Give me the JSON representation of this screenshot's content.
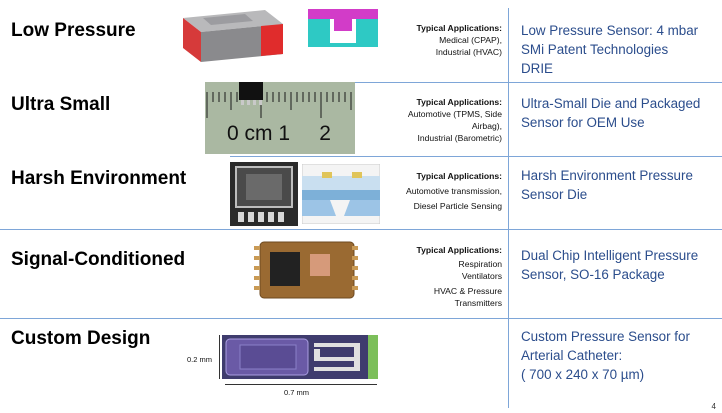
{
  "rows": [
    {
      "title": "Low Pressure",
      "apps_header": "Typical Applications:",
      "apps_lines": [
        "Medical (CPAP),",
        "Industrial (HVAC)"
      ],
      "desc_lines": [
        "Low Pressure Sensor: 4 mbar",
        "SMi Patent Technologies",
        "DRIE"
      ]
    },
    {
      "title": "Ultra Small",
      "apps_header": "Typical Applications:",
      "apps_lines": [
        "Automotive (TPMS, Side",
        "Airbag),",
        "Industrial (Barometric)"
      ],
      "desc_lines": [
        "Ultra-Small Die and Packaged",
        "Sensor for OEM Use"
      ],
      "ruler_label": "0 cm 1     2"
    },
    {
      "title": "Harsh Environment",
      "apps_header": "Typical Applications:",
      "apps_lines": [
        "Automotive transmission,",
        "Diesel Particle Sensing"
      ],
      "desc_lines": [
        "Harsh Environment Pressure",
        "Sensor Die"
      ]
    },
    {
      "title": "Signal-Conditioned",
      "apps_header": "Typical Applications:",
      "apps_lines": [
        "Respiration",
        "Ventilators",
        "HVAC & Pressure",
        "Transmitters"
      ],
      "desc_lines": [
        "Dual Chip  Intelligent Pressure",
        "Sensor, SO-16 Package"
      ]
    },
    {
      "title": "Custom Design",
      "desc_lines": [
        "Custom Pressure Sensor for",
        "Arterial Catheter:",
        "( 700  x 240  x 70 µm)"
      ],
      "dim_height": "0.2 mm",
      "dim_width": "0.7 mm"
    }
  ],
  "page_number": "4",
  "colors": {
    "accent_text": "#2b4d8c",
    "separator": "#7ea6d8"
  }
}
